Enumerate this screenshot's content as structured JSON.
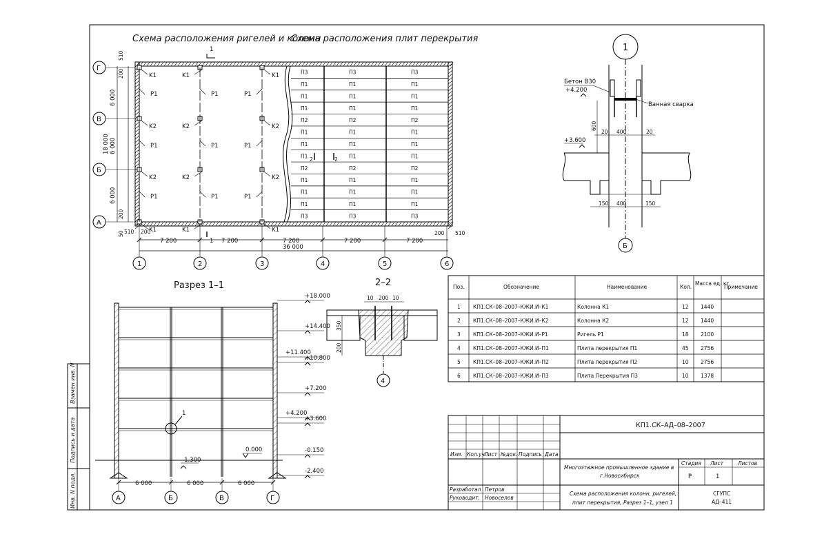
{
  "titles": {
    "beams_columns_plan": "Схема расположения ригелей и колонн",
    "slabs_plan": "Схема расположения плит перекрытия",
    "section_1_1": "Разрез 1–1",
    "section_2_2": "2–2",
    "node_1": "1"
  },
  "plan": {
    "col_axes": [
      "1",
      "2",
      "3",
      "4",
      "5",
      "6"
    ],
    "row_axes": [
      "Г",
      "В",
      "Б",
      "А"
    ],
    "col_spacings": [
      "7 200",
      "7 200",
      "7 200",
      "7 200",
      "7 200"
    ],
    "total_length": "36 000",
    "row_spacings": [
      "6 000",
      "6 000",
      "6 000"
    ],
    "total_width": "18 000",
    "dim_510": "510",
    "dim_200": "200",
    "dim_50": "50",
    "cut_mark": "1",
    "col_labels": [
      "K1",
      "K2"
    ],
    "beam_label": "P1",
    "slab_rows": [
      "П3",
      "П1",
      "П1",
      "П1",
      "П2",
      "П1",
      "П1",
      "П1",
      "П2",
      "П1",
      "П1",
      "П1",
      "П3"
    ],
    "slab_cut": "2"
  },
  "section11": {
    "axes": [
      "А",
      "Б",
      "В",
      "Г"
    ],
    "spacings": [
      "6 000",
      "6 000",
      "6 000"
    ],
    "elevations": [
      "+18.000",
      "+14.400",
      "+11.400",
      "+10.800",
      "+7.200",
      "+4.200",
      "+3.600",
      "-0.150",
      "-2.400"
    ],
    "zero": "0.000",
    "foundation": "-1.300",
    "node_ref": "1"
  },
  "section22": {
    "dims": [
      "10",
      "200",
      "10"
    ],
    "dim_350": "350",
    "dim_200": "200",
    "axis": "4"
  },
  "node1": {
    "concrete": "Бетон B30",
    "elev_top": "+4.200",
    "weld": "Ванная сварка",
    "dim_600": "600",
    "dims_top": [
      "20",
      "400",
      "20"
    ],
    "elev_bottom": "+3.600",
    "dims_bottom": [
      "150",
      "400",
      "150"
    ],
    "axis": "Б"
  },
  "spec": {
    "headers": [
      "Поз.",
      "Обозначение",
      "Наименование",
      "Кол.",
      "Масса ед. кг.",
      "Примечание"
    ],
    "rows": [
      {
        "pos": "1",
        "code": "КП1.СК–08–2007–КЖИ.И–К1",
        "name": "Колонна К1",
        "qty": "12",
        "mass": "1440",
        "note": ""
      },
      {
        "pos": "2",
        "code": "КП1.СК–08–2007–КЖИ.И–К2",
        "name": "Колонна К2",
        "qty": "12",
        "mass": "1440",
        "note": ""
      },
      {
        "pos": "3",
        "code": "КП1.СК–08–2007–КЖИ.И–Р1",
        "name": "Ригель Р1",
        "qty": "18",
        "mass": "2100",
        "note": ""
      },
      {
        "pos": "4",
        "code": "КП1.СК–08–2007–КЖИ.И–П1",
        "name": "Плита перекрытия П1",
        "qty": "45",
        "mass": "2756",
        "note": ""
      },
      {
        "pos": "5",
        "code": "КП1.СК–08–2007–КЖИ.И–П2",
        "name": "Плита перекрытия П2",
        "qty": "10",
        "mass": "2756",
        "note": ""
      },
      {
        "pos": "6",
        "code": "КП1.СК–08–2007–КЖИ.И–П3",
        "name": "Плита Перекрытия П3",
        "qty": "10",
        "mass": "1378",
        "note": ""
      }
    ]
  },
  "stamp": {
    "doc_code": "КП1.СК–АД–08–2007",
    "cols": [
      "Изм.",
      "Кол.уч.",
      "Лист",
      "№док.",
      "Подпись",
      "Дата"
    ],
    "building_line1": "Многоэтажное промышленное здание в",
    "building_line2": "г.Новосибирск",
    "stage_h": "Стадия",
    "sheet_h": "Лист",
    "sheets_h": "Листов",
    "stage": "Р",
    "sheet": "1",
    "sheets": "",
    "developed": "Разработал",
    "developer": "Петров",
    "supervisor_label": "Руководит.",
    "supervisor": "Новоселов",
    "sheet_title_line1": "Схема расположения колонн, ригелей,",
    "sheet_title_line2": "плит перекрытия, Разрез 1–1, узел 1",
    "org_line1": "СГУПС",
    "org_line2": "АД–411"
  },
  "sidebar": {
    "inv_orig": "Инв. N подл.",
    "sign_date": "Подпись и дата",
    "replaces": "Взамен инв. N"
  }
}
